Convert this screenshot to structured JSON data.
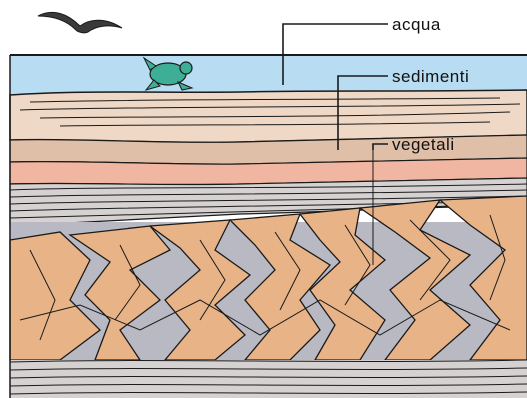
{
  "labels": {
    "water": "acqua",
    "sediments": "sedimenti",
    "plants": "vegetali"
  },
  "colors": {
    "water": "#b8dcf2",
    "sediment_light": "#efd9c6",
    "sediment_mid": "#e0bfa8",
    "sediment_pink": "#f0b6a2",
    "gray_band": "#c9c6c8",
    "wood": "#e8b487",
    "gray_gap": "#b9b9c4",
    "outline": "#1a1a1a",
    "turtle": "#3fae97"
  },
  "icons": {
    "bird": "bird-icon",
    "turtle": "turtle-icon"
  }
}
